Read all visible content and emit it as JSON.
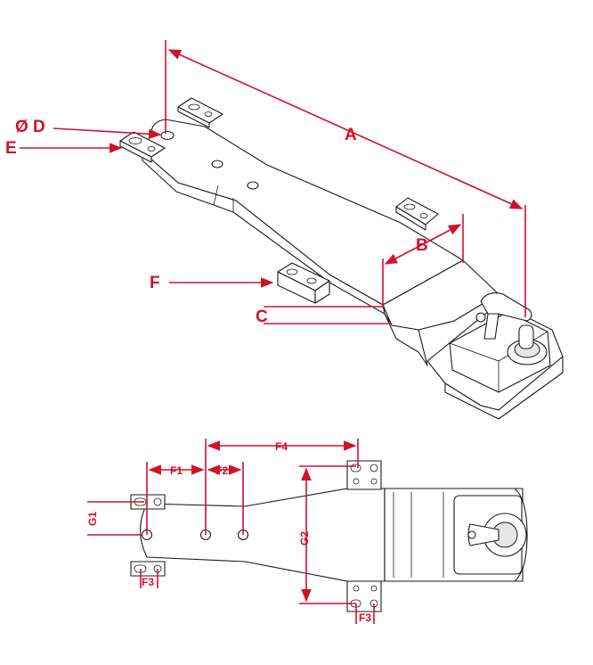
{
  "labels": {
    "A": "A",
    "B": "B",
    "C": "C",
    "D": "Ø D",
    "E": "E",
    "F": "F",
    "F1": "F1",
    "F2": "F2",
    "F3_left": "F3",
    "F3_right": "F3",
    "F4": "F4",
    "G1": "G1",
    "G2": "G2"
  },
  "colors": {
    "accent": "#d0112b",
    "line": "#1a1a1a",
    "background": "#ffffff"
  }
}
